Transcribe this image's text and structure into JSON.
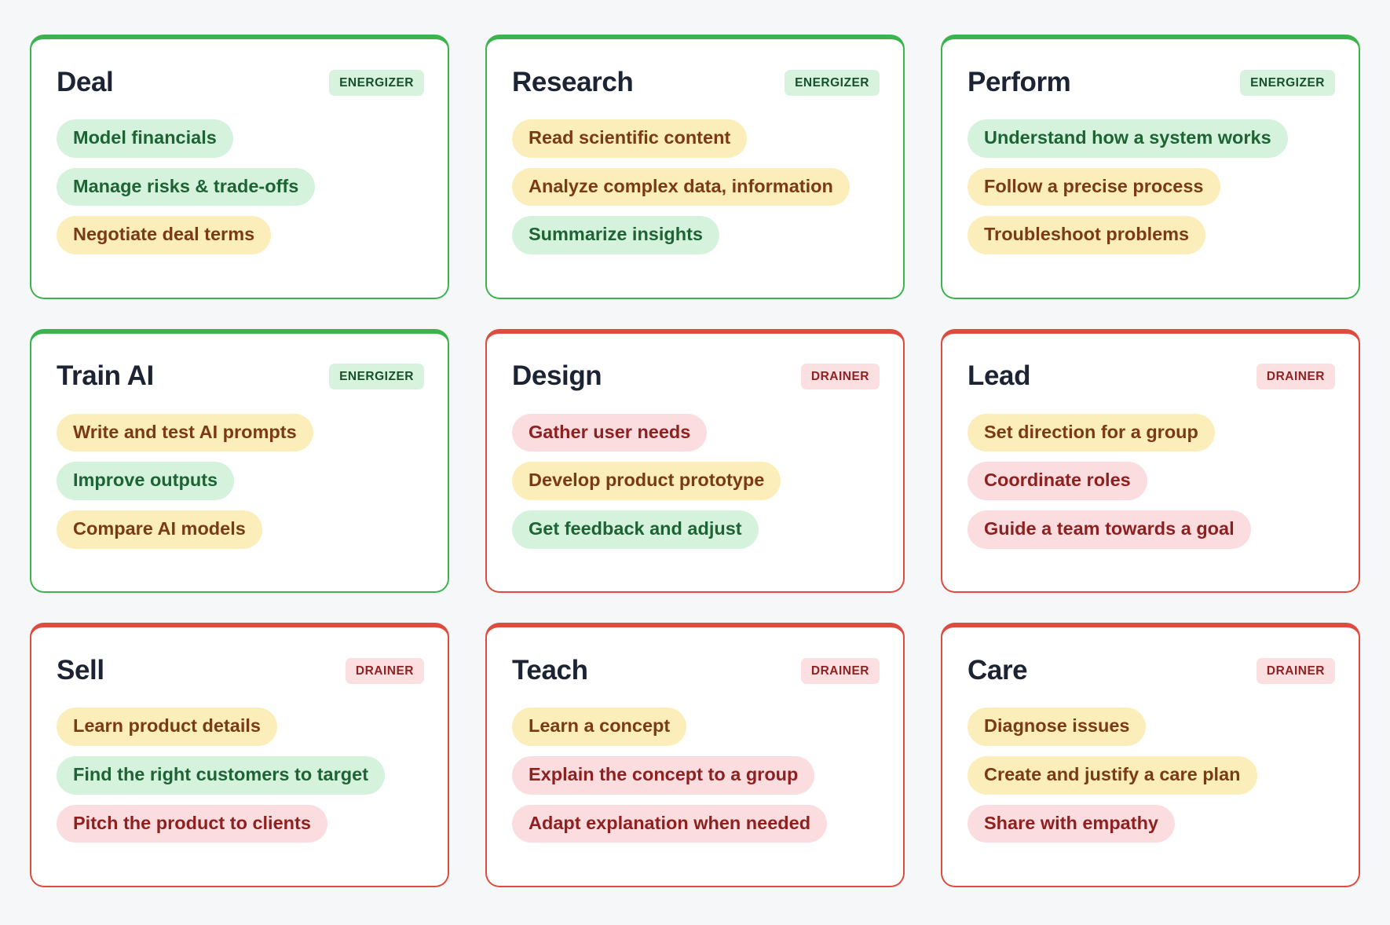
{
  "palette": {
    "page_background": "#f5f7f9",
    "card_background": "#ffffff",
    "energizer_border": "#3cb34e",
    "drainer_border": "#dd4c3e",
    "energizer_badge_bg": "#d7f3de",
    "energizer_badge_text": "#16502a",
    "drainer_badge_bg": "#fbdfe1",
    "drainer_badge_text": "#8f2222",
    "title_text": "#1c2333",
    "pill_green_bg": "#d5f2dd",
    "pill_green_text": "#1d6334",
    "pill_yellow_bg": "#fbeeba",
    "pill_yellow_text": "#7a3a13",
    "pill_red_bg": "#fbdde0",
    "pill_red_text": "#8e2020"
  },
  "badge_labels": {
    "energizer": "ENERGIZER",
    "drainer": "DRAINER"
  },
  "cards": [
    {
      "title": "Deal",
      "type": "energizer",
      "badge": "ENERGIZER",
      "pills": [
        {
          "label": "Model financials",
          "tone": "green"
        },
        {
          "label": "Manage risks & trade-offs",
          "tone": "green"
        },
        {
          "label": "Negotiate deal terms",
          "tone": "yellow"
        }
      ]
    },
    {
      "title": "Research",
      "type": "energizer",
      "badge": "ENERGIZER",
      "pills": [
        {
          "label": "Read scientific content",
          "tone": "yellow"
        },
        {
          "label": "Analyze complex data, information",
          "tone": "yellow"
        },
        {
          "label": "Summarize insights",
          "tone": "green"
        }
      ]
    },
    {
      "title": "Perform",
      "type": "energizer",
      "badge": "ENERGIZER",
      "pills": [
        {
          "label": "Understand how a system works",
          "tone": "green"
        },
        {
          "label": "Follow a precise process",
          "tone": "yellow"
        },
        {
          "label": "Troubleshoot problems",
          "tone": "yellow"
        }
      ]
    },
    {
      "title": "Train AI",
      "type": "energizer",
      "badge": "ENERGIZER",
      "pills": [
        {
          "label": "Write and test AI prompts",
          "tone": "yellow"
        },
        {
          "label": "Improve outputs",
          "tone": "green"
        },
        {
          "label": "Compare AI models",
          "tone": "yellow"
        }
      ]
    },
    {
      "title": "Design",
      "type": "drainer",
      "badge": "DRAINER",
      "pills": [
        {
          "label": "Gather user needs",
          "tone": "red"
        },
        {
          "label": "Develop product prototype",
          "tone": "yellow"
        },
        {
          "label": "Get feedback and adjust",
          "tone": "green"
        }
      ]
    },
    {
      "title": "Lead",
      "type": "drainer",
      "badge": "DRAINER",
      "pills": [
        {
          "label": "Set direction for a group",
          "tone": "yellow"
        },
        {
          "label": "Coordinate roles",
          "tone": "red"
        },
        {
          "label": "Guide a team towards a goal",
          "tone": "red"
        }
      ]
    },
    {
      "title": "Sell",
      "type": "drainer",
      "badge": "DRAINER",
      "pills": [
        {
          "label": "Learn product details",
          "tone": "yellow"
        },
        {
          "label": "Find the right customers to target",
          "tone": "green"
        },
        {
          "label": "Pitch the product to clients",
          "tone": "red"
        }
      ]
    },
    {
      "title": "Teach",
      "type": "drainer",
      "badge": "DRAINER",
      "pills": [
        {
          "label": "Learn a concept",
          "tone": "yellow"
        },
        {
          "label": "Explain the concept to a group",
          "tone": "red"
        },
        {
          "label": "Adapt explanation when needed",
          "tone": "red"
        }
      ]
    },
    {
      "title": "Care",
      "type": "drainer",
      "badge": "DRAINER",
      "pills": [
        {
          "label": "Diagnose issues",
          "tone": "yellow"
        },
        {
          "label": "Create and justify a care plan",
          "tone": "yellow"
        },
        {
          "label": "Share with empathy",
          "tone": "red"
        }
      ]
    }
  ]
}
